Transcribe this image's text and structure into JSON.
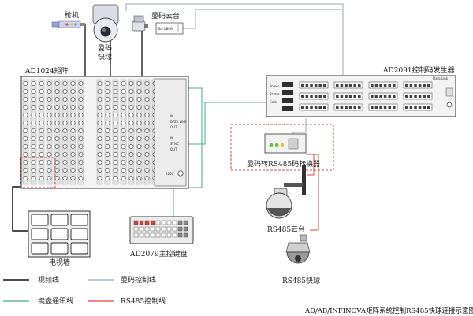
{
  "labels": {
    "gun_camera": "枪机",
    "code_ptz": "曼码云台",
    "code_speed_dome_line1": "曼码",
    "code_speed_dome_line2": "快球",
    "matrix": "AD1024矩阵",
    "generator": "AD2091控制码发生器",
    "converter": "曼码转RS485码转换器",
    "rs485_ptz": "RS485云台",
    "rs485_dome": "RS485快球",
    "tv_wall": "电视墙",
    "keyboard": "AD2079主控键盘"
  },
  "legend": {
    "video_line": "视频线",
    "code_control_line": "曼码控制线",
    "keyboard_line": "键盘通讯线",
    "rs485_line": "RS485控制线"
  },
  "colors": {
    "video_line": "#111111",
    "code_control_line": "#9aa7b4",
    "keyboard_line": "#3fb28a",
    "rs485_line": "#e0443a",
    "dashed_box": "#d94545"
  },
  "device_text": {
    "ptz_box": "B4-UBMX",
    "matrix_in_1": "IN",
    "matrix_data": "DATA LINE",
    "matrix_out_1": "OUT",
    "matrix_in_2": "IN",
    "matrix_sync": "SYNC",
    "matrix_out_2": "OUT",
    "matrix_power": "220V",
    "gen_power": "Power",
    "gen_status": "Status",
    "gen_code": "Code",
    "gen_data": "Data Link"
  },
  "title": "AD/AB/INFINOVA矩阵系统控制RS485快球连接示意图"
}
